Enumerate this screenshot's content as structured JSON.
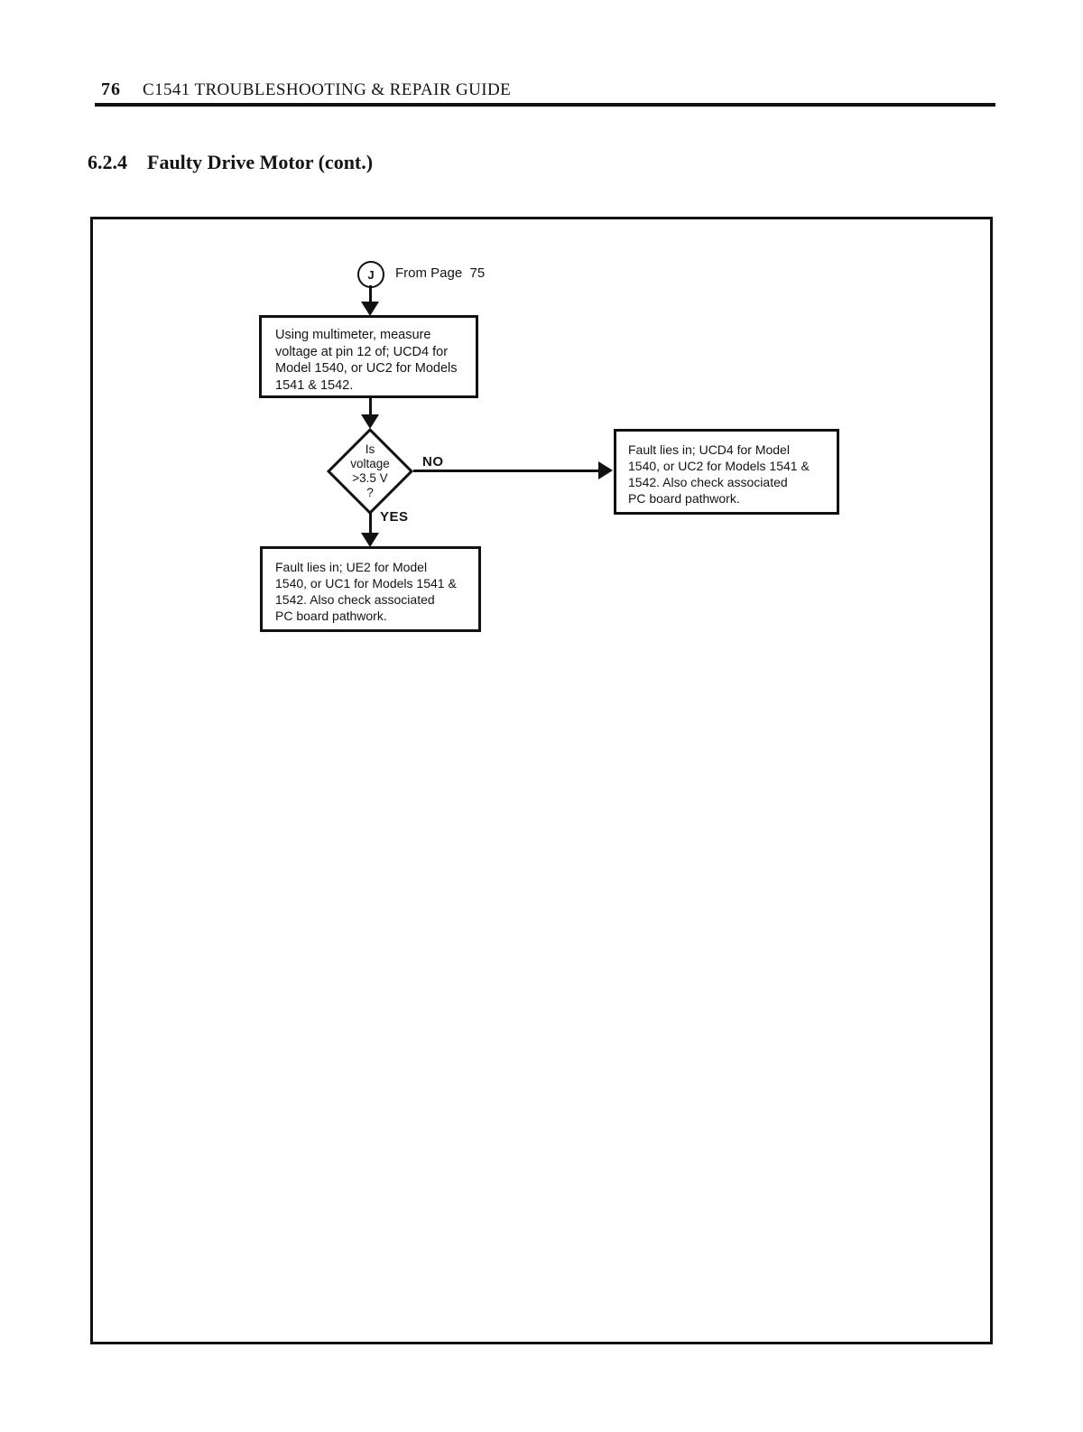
{
  "page": {
    "number": "76",
    "header_title": "C1541 TROUBLESHOOTING & REPAIR GUIDE",
    "section_number": "6.2.4",
    "section_title": "Faulty Drive Motor (cont.)"
  },
  "flowchart": {
    "entry_connector": {
      "label": "J",
      "caption": "From Page  75"
    },
    "process_measure": {
      "lines": [
        "Using multimeter, measure",
        "voltage at pin 12 of; UCD4 for",
        "Model 1540, or UC2 for Models",
        "1541 & 1542."
      ]
    },
    "decision_voltage": {
      "lines": [
        "Is",
        "voltage",
        ">3.5 V",
        "?"
      ],
      "no_label": "NO",
      "yes_label": "YES"
    },
    "no_result_box": {
      "lines": [
        "Fault lies in; UCD4 for Model",
        "1540, or UC2 for Models 1541 &",
        "1542.  Also check associated",
        "PC board pathwork."
      ]
    },
    "yes_result_box": {
      "lines": [
        "Fault lies in; UE2 for Model",
        "1540, or UC1 for Models 1541 &",
        "1542.  Also check associated",
        "PC board pathwork."
      ]
    }
  },
  "colors": {
    "ink": "#141414",
    "paper": "#ffffff"
  }
}
